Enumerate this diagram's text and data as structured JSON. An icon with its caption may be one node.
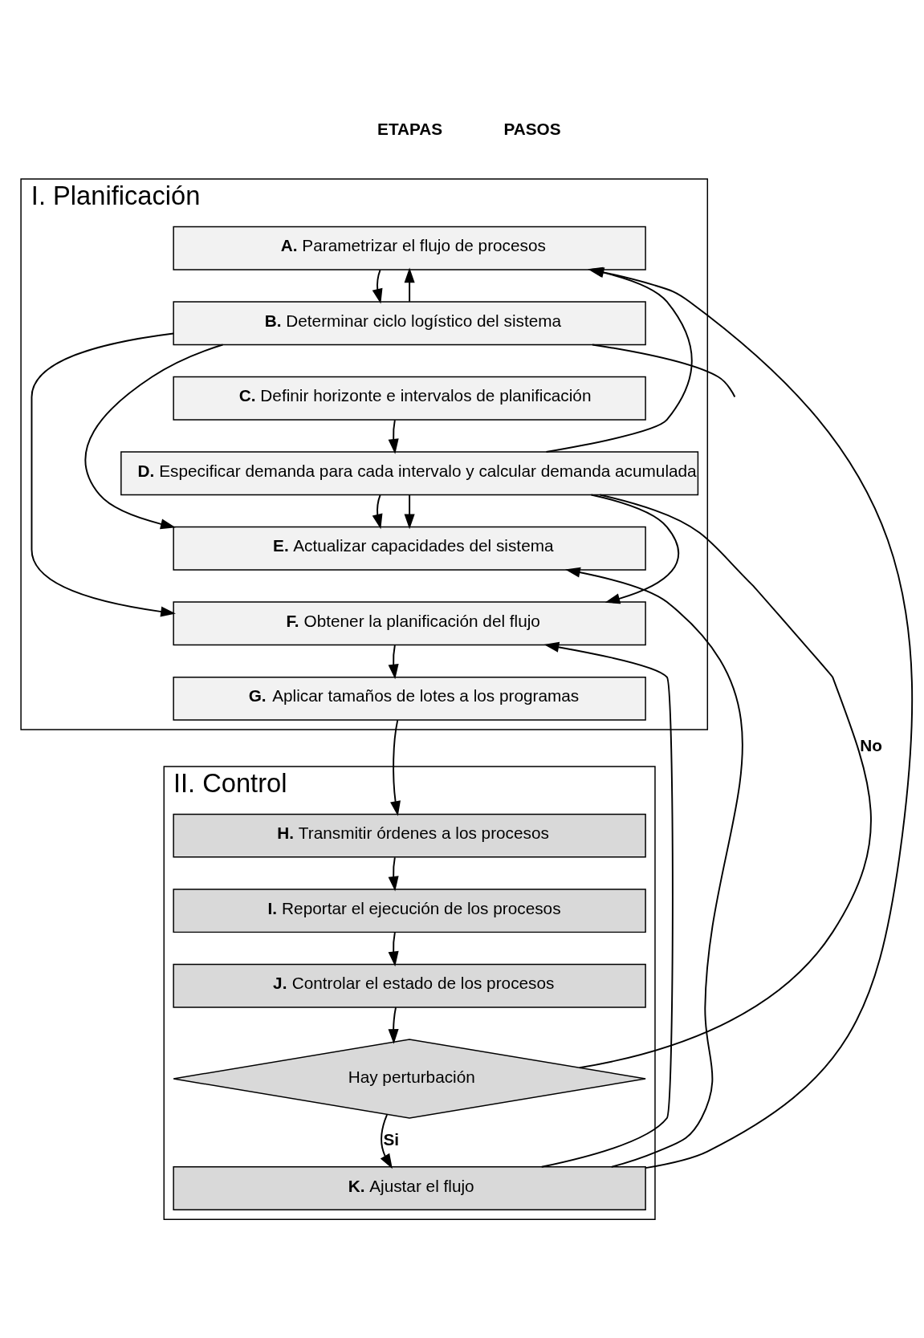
{
  "diagram": {
    "nodes": [
      {
        "text": [
          "I. Planificación"
        ]
      },
      {
        "text": [
          "**A.** Parametrizar el flujo de procesos"
        ],
        "in": 0
      },
      {
        "text": [
          "**B.** Determinar ciclo logístico del sistema"
        ],
        "in": 0
      },
      {
        "text": [
          "**C.** Definir horizonte e intervalos de planificación"
        ],
        "in": 0
      },
      {
        "text": [
          "**D.** Especificar demanda para cada intervalo y calcular demanda acumulada"
        ],
        "in": 0
      },
      {
        "text": [
          "**E.** Actualizar capacidades del sistema"
        ],
        "in": 0
      },
      {
        "text": [
          "**F.** Obtener la planificación del flujo"
        ],
        "in": 0
      },
      {
        "text": [
          "**G.** Aplicar tamaños de lotes a los programas"
        ],
        "in": 0
      },
      {
        "text": [
          "II. Control"
        ]
      },
      {
        "text": [
          "**H.** Transmitir órdenes a los procesos"
        ],
        "in": 8
      },
      {
        "text": [
          "**I.** Reportar el ejecución de los procesos"
        ],
        "in": 8
      },
      {
        "text": [
          "**J.** Controlar el estado de los procesos"
        ],
        "in": 8
      },
      {
        "text": [
          "Hay perturbación"
        ],
        "in": 8
      },
      {
        "text": [
          "**K.** Ajustar el flujo"
        ],
        "in": 8
      }
    ],
    "edges": [
      {
        "from": 1,
        "to": 2,
        "arrow": "to"
      },
      {
        "from": 2,
        "to": null,
        "arrow": "none"
      },
      {
        "from": 3,
        "to": 4,
        "arrow": "to"
      },
      {
        "from": 4,
        "to": 5,
        "arrow": "to"
      },
      {
        "from": 6,
        "to": 7,
        "arrow": "to"
      },
      {
        "from": 7,
        "to": 9,
        "arrow": "to"
      },
      {
        "from": 9,
        "to": 10,
        "arrow": "to"
      },
      {
        "from": 10,
        "to": 11,
        "arrow": "to"
      },
      {
        "from": 11,
        "to": 12,
        "arrow": "to"
      },
      {
        "from": 12,
        "to": 13,
        "label": "Si",
        "arrow": "to"
      },
      {
        "from": 12,
        "to": 4,
        "label": "No",
        "arrow": "none"
      },
      {
        "from": 13,
        "to": 1,
        "arrow": "to"
      },
      {
        "from": 13,
        "to": 5,
        "arrow": "to"
      },
      {
        "from": 13,
        "to": 6,
        "arrow": "to"
      },
      {
        "from": 2,
        "to": 1,
        "arrow": "to"
      },
      {
        "from": 2,
        "to": 5,
        "arrow": "to"
      },
      {
        "from": 2,
        "to": 6,
        "arrow": "to"
      },
      {
        "from": 4,
        "to": 1,
        "arrow": "to"
      },
      {
        "from": 4,
        "to": 5,
        "arrow": "to"
      },
      {
        "from": 4,
        "to": 6,
        "arrow": "to"
      }
    ],
    "labels": [
      "ETAPAS",
      "PASOS"
    ]
  }
}
